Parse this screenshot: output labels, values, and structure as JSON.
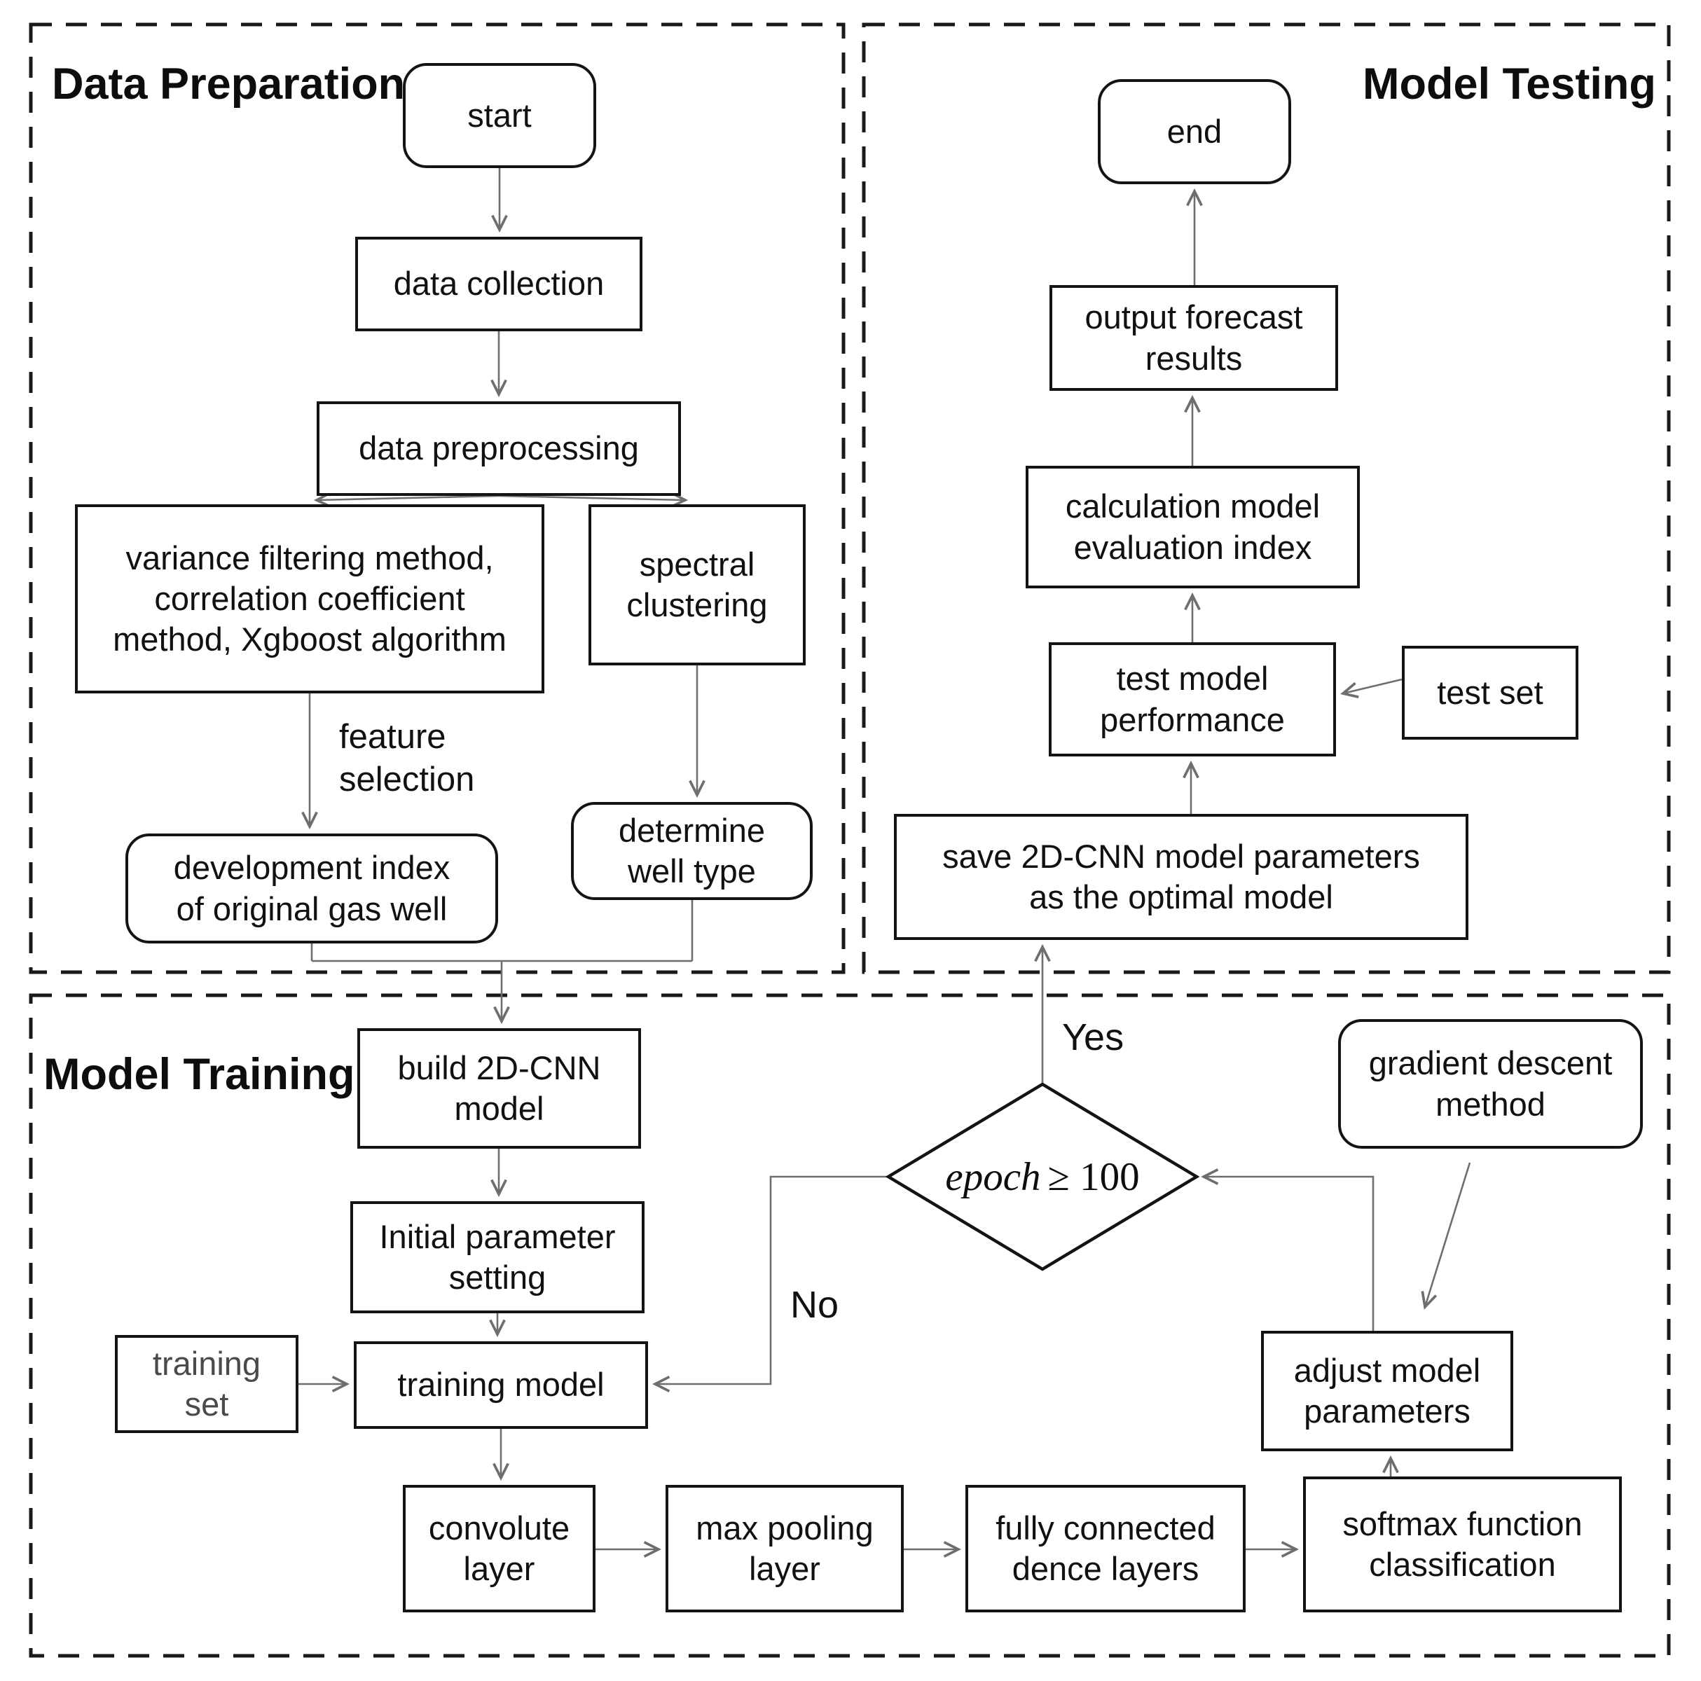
{
  "diagram": {
    "sections": {
      "data_preparation": {
        "title": "Data Preparation"
      },
      "model_testing": {
        "title": "Model Testing"
      },
      "model_training": {
        "title": "Model Training"
      }
    },
    "nodes": {
      "start": "start",
      "data_collection": "data collection",
      "data_preprocessing": "data preprocessing",
      "feature_methods": "variance filtering method,\ncorrelation coefficient\nmethod, Xgboost algorithm",
      "spectral_clustering": "spectral\nclustering",
      "development_index": "development index\nof original gas well",
      "determine_well_type": "determine\nwell type",
      "end": "end",
      "output_forecast": "output forecast\nresults",
      "calc_evaluation": "calculation model\nevaluation index",
      "test_model_performance": "test model\nperformance",
      "test_set": "test set",
      "save_model": "save 2D-CNN model parameters\nas the optimal model",
      "build_model": "build 2D-CNN\nmodel",
      "initial_parameter": "Initial parameter\nsetting",
      "training_set": "training\nset",
      "training_model": "training model",
      "convolute_layer": "convolute\nlayer",
      "max_pooling_layer": "max pooling\nlayer",
      "fully_connected": "fully connected\ndence layers",
      "softmax_classification": "softmax function\nclassification",
      "adjust_parameters": "adjust model\nparameters",
      "gradient_descent": "gradient descent\nmethod"
    },
    "labels": {
      "feature_selection": "feature\nselection",
      "yes": "Yes",
      "no": "No",
      "epoch_prefix": "epoch",
      "epoch_condition": "≥ 100"
    },
    "colors": {
      "background": "#ffffff",
      "box_border": "#141414",
      "connector": "#6e6e6e",
      "dashed_border": "#1a1a1a",
      "text": "#111111",
      "training_set_text": "#4a4a4a"
    }
  }
}
